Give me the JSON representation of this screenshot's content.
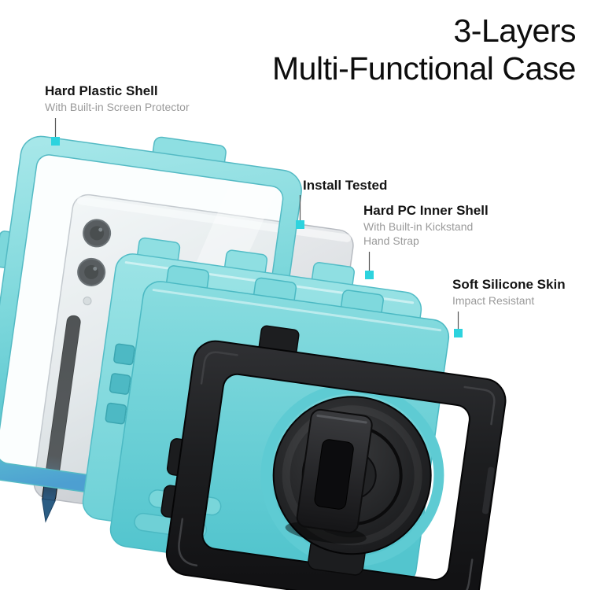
{
  "title": {
    "line1": "3-Layers",
    "line2": "Multi-Functional Case"
  },
  "callouts": {
    "hard_plastic_shell": {
      "label": "Hard Plastic Shell",
      "sub1": "With Built-in Screen Protector"
    },
    "install_tested": {
      "label": "Install Tested"
    },
    "hard_pc_inner_shell": {
      "label": "Hard PC Inner Shell",
      "sub1": "With Built-in Kickstand",
      "sub2": "Hand Strap"
    },
    "soft_silicone_skin": {
      "label": "Soft Silicone Skin",
      "sub1": "Impact Resistant"
    }
  },
  "colors": {
    "case_teal": "#7ED8DC",
    "case_teal_dark": "#54BEC6",
    "marker_cyan": "#2DD3DE",
    "silicone_black": "#1B1B1D",
    "subtitle_gray": "#9A9A9A",
    "title_black": "#0D0D0D"
  }
}
